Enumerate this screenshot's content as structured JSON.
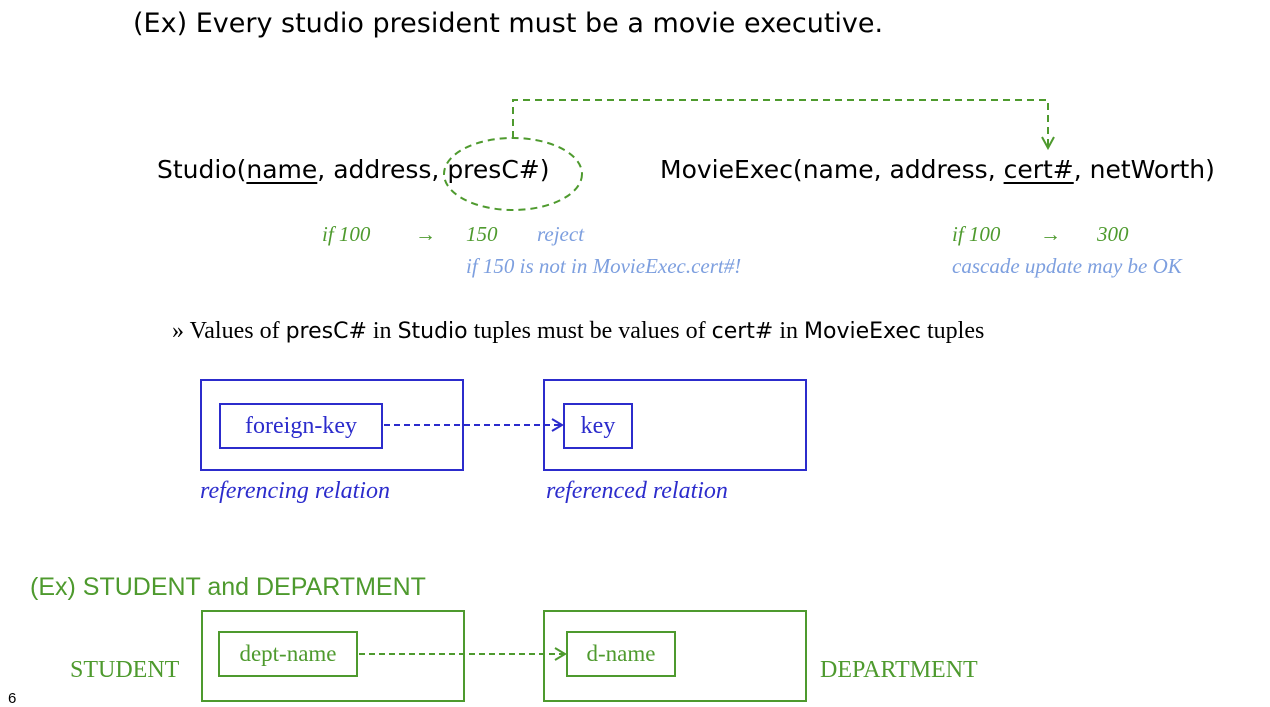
{
  "title": "(Ex) Every studio president must be a movie executive.",
  "studio": {
    "prefix": "Studio(",
    "key": "name",
    "mid": ", address",
    "fk": ", presC#)"
  },
  "movie_exec": {
    "prefix": "MovieExec(name, address, ",
    "key": "cert#",
    "suffix": ", netWorth)"
  },
  "left_note": {
    "from": "if 100",
    "arrow": "→",
    "to": "150",
    "action": "reject",
    "reason": "if 150 is not in  MovieExec.cert#!"
  },
  "right_note": {
    "from": "if 100",
    "arrow": "→",
    "to": "300",
    "reason": "cascade update may be OK"
  },
  "rule": {
    "bullet": "»",
    "t1": "Values of ",
    "k1": "presC#",
    "t2": " in ",
    "k2": "Studio",
    "t3": " tuples must be values of ",
    "k3": "cert#",
    "t4": " in ",
    "k4": "MovieExec",
    "t5": " tuples"
  },
  "generic": {
    "fk_label": "foreign-key",
    "key_label": "key",
    "referencing_caption": "referencing  relation",
    "referenced_caption": "referenced  relation"
  },
  "example2": {
    "title": "(Ex) STUDENT and DEPARTMENT",
    "left_relation": "STUDENT",
    "left_attr": "dept-name",
    "right_attr": "d-name",
    "right_relation": "DEPARTMENT"
  },
  "page_number": "6",
  "colors": {
    "green": "#4e9a2e",
    "blue": "#2c2ccc",
    "light_blue": "#7d9fdf"
  }
}
